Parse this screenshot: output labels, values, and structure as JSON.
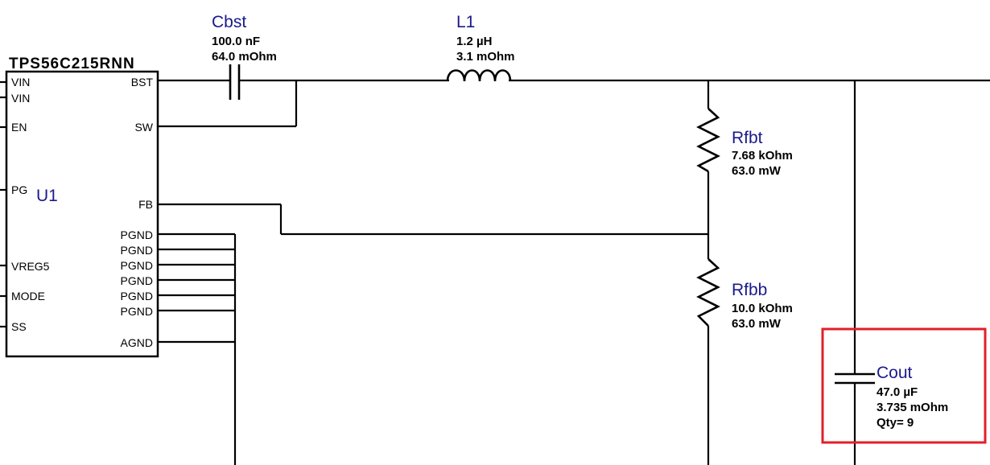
{
  "ic": {
    "part_number": "TPS56C215RNN",
    "ref": "U1",
    "pins_left": [
      "VIN",
      "VIN",
      "EN",
      "PG",
      "VREG5",
      "MODE",
      "SS"
    ],
    "pins_right": [
      "BST",
      "SW",
      "FB",
      "PGND",
      "PGND",
      "PGND",
      "PGND",
      "PGND",
      "PGND",
      "AGND"
    ]
  },
  "cbst": {
    "ref": "Cbst",
    "value": "100.0 nF",
    "esr": "64.0 mOhm"
  },
  "l1": {
    "ref": "L1",
    "value": "1.2 µH",
    "dcr": "3.1 mOhm"
  },
  "rfbt": {
    "ref": "Rfbt",
    "value": "7.68 kOhm",
    "power": "63.0 mW"
  },
  "rfbb": {
    "ref": "Rfbb",
    "value": "10.0 kOhm",
    "power": "63.0 mW"
  },
  "cout": {
    "ref": "Cout",
    "value": "47.0 µF",
    "esr": "3.735 mOhm",
    "qty": "Qty= 9"
  },
  "colors": {
    "refdes": "#1a1a8c",
    "wire": "#000000",
    "highlight": "#e0202a"
  }
}
